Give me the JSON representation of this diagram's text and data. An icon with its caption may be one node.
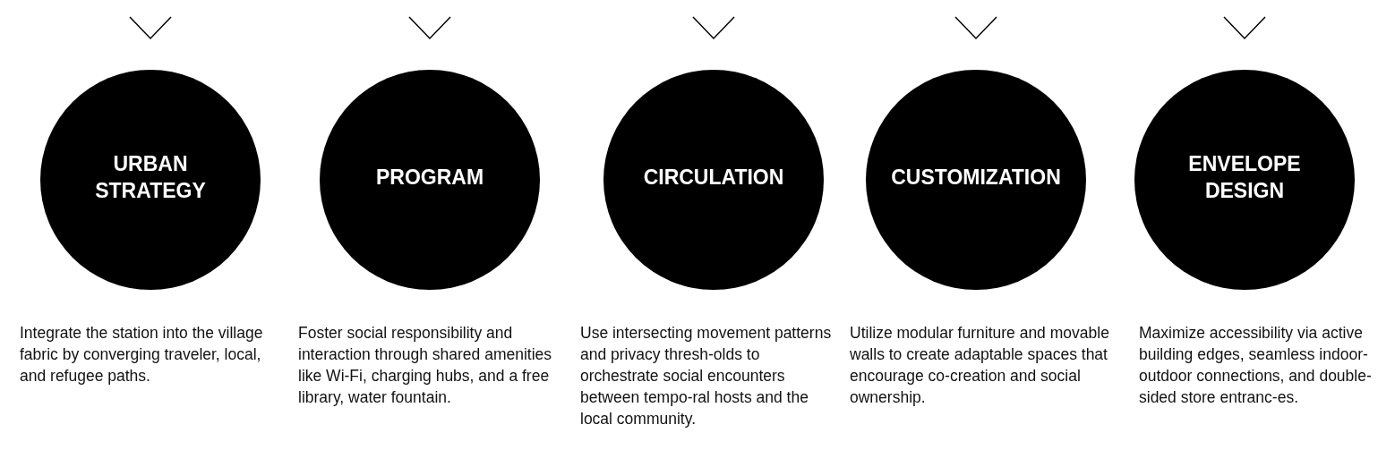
{
  "diagram": {
    "nodes": [
      {
        "text": [
          "URBAN STRATEGY"
        ],
        "beside": [
          "Integrate the station into the village fabric by converging traveler, local, and refugee paths."
        ]
      },
      {
        "text": [
          "PROGRAM"
        ],
        "beside": [
          "Foster social responsibility and interaction through shared amenities like Wi-Fi, charging hubs, and a free library, water fountain."
        ]
      },
      {
        "text": [
          "CIRCULATION"
        ],
        "beside": [
          "Use intersecting movement patterns and privacy thresh-olds to orchestrate social encounters between tempo-ral hosts and the local community."
        ]
      },
      {
        "text": [
          "CUSTOMIZATION"
        ],
        "beside": [
          "Utilize modular furniture and movable walls to create adaptable spaces that encourage co-creation and social ownership."
        ]
      },
      {
        "text": [
          "ENVELOPE DESIGN"
        ],
        "beside": [
          "Maximize accessibility via active building edges, seamless indoor-outdoor connections, and double-sided store entranc-es."
        ]
      }
    ]
  }
}
